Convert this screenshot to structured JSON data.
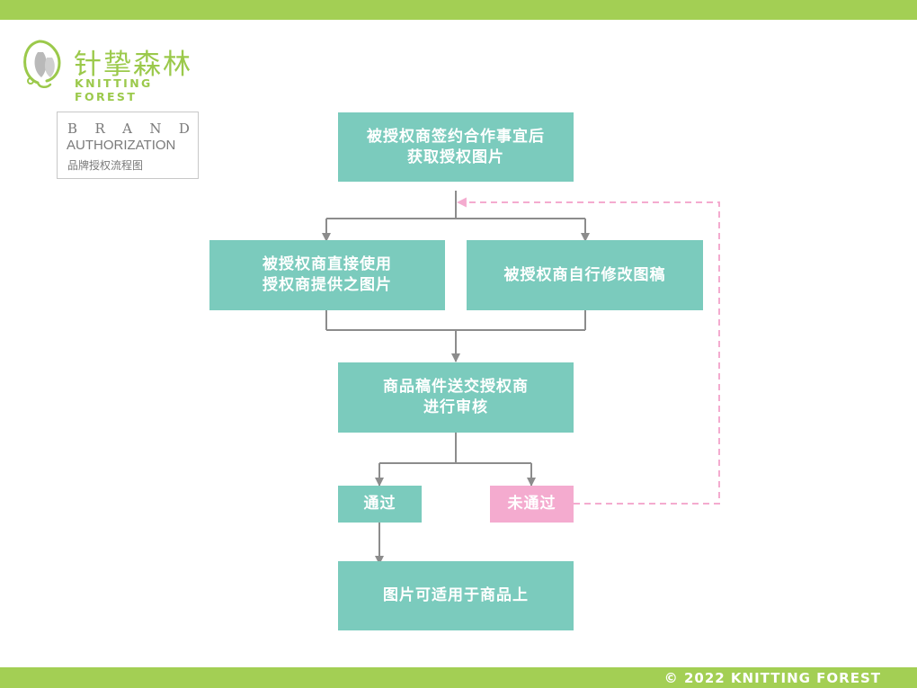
{
  "header": {
    "logo_cn": "针挚森林",
    "logo_en": "KNITTING FOREST"
  },
  "brand_box": {
    "letters": [
      "B",
      "R",
      "A",
      "N",
      "D"
    ],
    "word": "AUTHORIZATION",
    "subtitle": "品牌授权流程图"
  },
  "flow": {
    "start": [
      "被授权商签约合作事宜后",
      "获取授权图片"
    ],
    "option_direct": [
      "被授权商直接使用",
      "授权商提供之图片"
    ],
    "option_modify": [
      "被授权商自行修改图稿"
    ],
    "review": [
      "商品稿件送交授权商",
      "进行审核"
    ],
    "pass": "通过",
    "fail": "未通过",
    "final": "图片可适用于商品上"
  },
  "colors": {
    "brand_green": "#a3cf54",
    "node_teal": "#7bcbbd",
    "reject_pink": "#f4abcf",
    "connector_gray": "#8c8c8c"
  },
  "footer": {
    "copyright": "© 2022 KNITTING FOREST"
  }
}
